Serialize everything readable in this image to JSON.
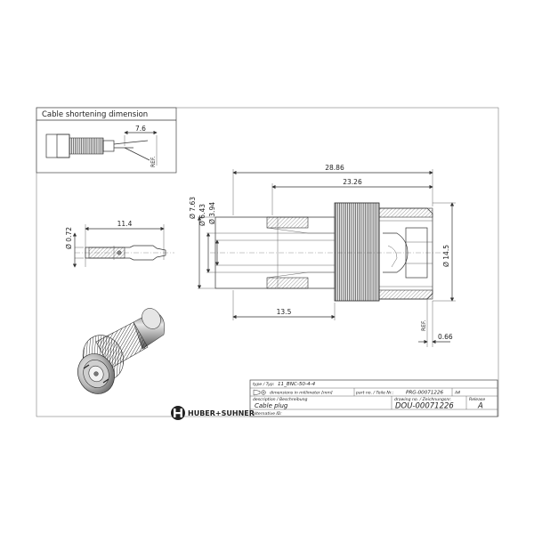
{
  "inset": {
    "title": "Cable shortening dimension",
    "dim_value": "7.6",
    "ref_label": "REF."
  },
  "pin": {
    "length": "11.4",
    "diameter": "Ø 0.72"
  },
  "body": {
    "overall_length": "28.86",
    "inner_length": "23.26",
    "crimp_length": "13.5",
    "dia_outer": "Ø 7.63",
    "dia_mid": "Ø 6.43",
    "dia_inner": "Ø 3.94",
    "dia_head": "Ø 14.5",
    "ref_label": "REF.",
    "offset": "0.66"
  },
  "title_block": {
    "type_label": "type / Typ:",
    "type_value": "11_BNC-50-4-4",
    "units_label": "dimensions in millimeter [mm]",
    "part_label": "part no. / Teile Nr.:",
    "part_value": "PRG-00071226",
    "format": "A4",
    "desc_label": "description / Beschreibung",
    "drawing_label": "drawing no. / Zeichnungsnr.",
    "release_label": "Release",
    "desc_value": "Cable plug",
    "drawing_value": "DOU-00071226",
    "release_value": "A",
    "alt_label": "alternative ID:",
    "company": "HUBER+SUHNER"
  },
  "colors": {
    "line": "#333333",
    "logo": "#222222"
  }
}
